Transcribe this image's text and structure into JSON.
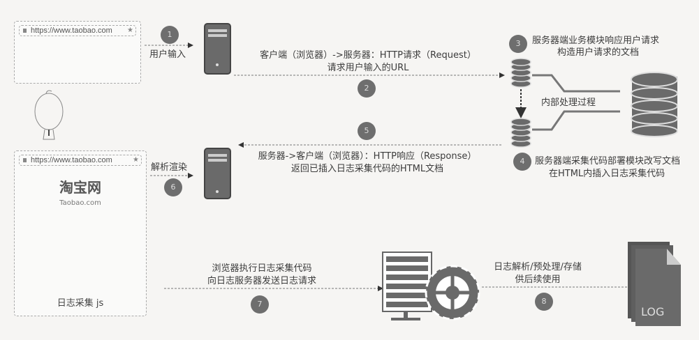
{
  "browser_top": {
    "url": "https://www.taobao.com"
  },
  "browser_bottom": {
    "url": "https://www.taobao.com",
    "logo_cn": "淘宝网",
    "logo_en": "Taobao.com",
    "caption": "日志采集 js"
  },
  "steps": [
    {
      "num": "1",
      "label": "用户输入"
    },
    {
      "num": "2",
      "lines": [
        "客户端（浏览器）->服务器：HTTP请求（Request）",
        "请求用户输入的URL"
      ]
    },
    {
      "num": "3",
      "lines": [
        "服务器端业务模块响应用户请求",
        "构造用户请求的文档"
      ]
    },
    {
      "num": "4",
      "lines": [
        "服务器端采集代码部署模块改写文档",
        "在HTML内插入日志采集代码"
      ]
    },
    {
      "num": "5",
      "lines": [
        "服务器->客户端（浏览器）：HTTP响应（Response）",
        "返回已插入日志采集代码的HTML文档"
      ]
    },
    {
      "num": "6",
      "label": "解析渲染"
    },
    {
      "num": "7",
      "lines": [
        "浏览器执行日志采集代码",
        "向日志服务器发送日志请求"
      ]
    },
    {
      "num": "8",
      "lines": [
        "日志解析/预处理/存储",
        "供后续使用"
      ]
    }
  ],
  "internal_process": "内部处理过程",
  "log_label": "LOG"
}
